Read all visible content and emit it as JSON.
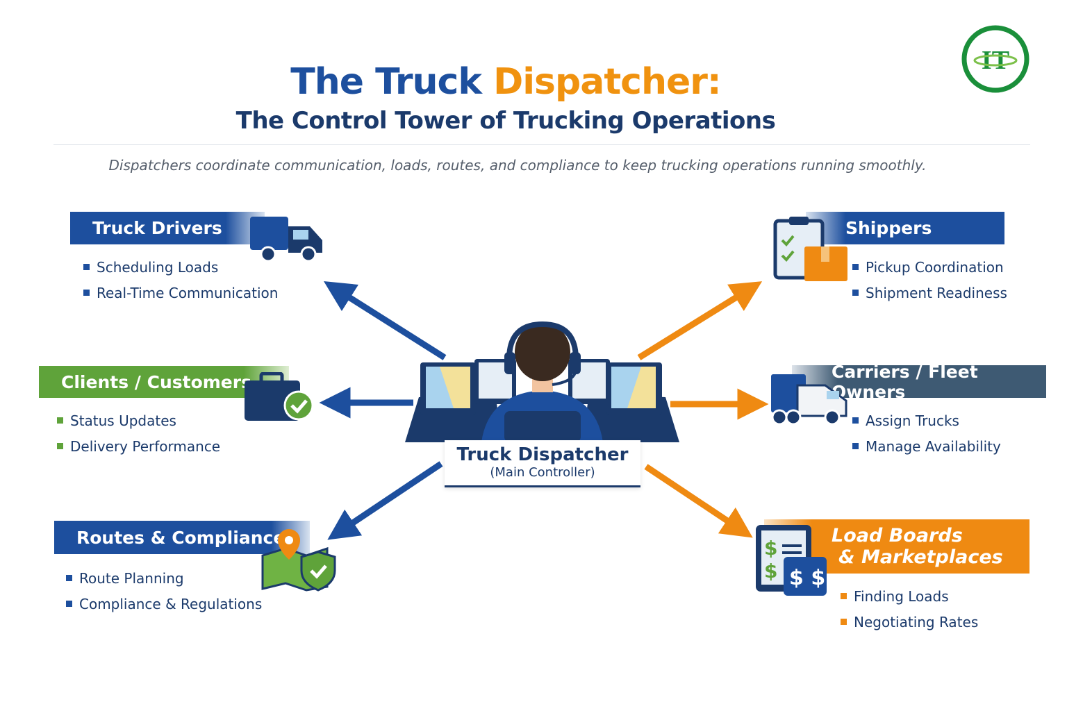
{
  "title": {
    "part1": "The Truck ",
    "part2": "Dispatcher:"
  },
  "subtitle": "The Control Tower of Trucking Operations",
  "tagline": "Dispatchers coordinate communication, loads, routes, and compliance to keep trucking operations running smoothly.",
  "logo": {
    "text": "IT",
    "color": "#1a8f3a"
  },
  "center": {
    "title": "Truck Dispatcher",
    "subtitle": "(Main Controller)"
  },
  "colors": {
    "blue": "#1d4f9e",
    "orange": "#ef8a12",
    "green": "#5fa33a",
    "slate": "#3e5a73"
  },
  "nodes": {
    "truck_drivers": {
      "label": "Truck Drivers",
      "icon": "truck-icon",
      "items": [
        "Scheduling Loads",
        "Real-Time Communication"
      ]
    },
    "clients": {
      "label": "Clients / Customers",
      "icon": "briefcase-check-icon",
      "items": [
        "Status Updates",
        "Delivery Performance"
      ]
    },
    "routes": {
      "label": "Routes & Compliance",
      "icon": "map-shield-icon",
      "items": [
        "Route Planning",
        "Compliance & Regulations"
      ]
    },
    "shippers": {
      "label": "Shippers",
      "icon": "clipboard-package-icon",
      "items": [
        "Pickup Coordination",
        "Shipment Readiness"
      ]
    },
    "carriers": {
      "label": "Carriers / Fleet Owners",
      "icon": "fleet-truck-icon",
      "items": [
        "Assign Trucks",
        "Manage Availability"
      ]
    },
    "load_boards": {
      "label_line1": "Load Boards",
      "label_line2": "& Marketplaces",
      "icon": "tablet-dollar-icon",
      "items": [
        "Finding Loads",
        "Negotiating Rates"
      ]
    }
  }
}
